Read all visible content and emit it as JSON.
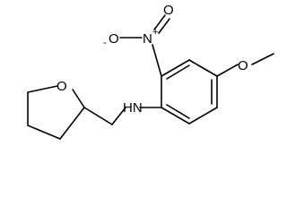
{
  "molecule": {
    "atoms": {
      "nitro_o_minus": "O",
      "nitro_n": "N",
      "nitro_o": "O",
      "amine_nh": "HN",
      "ring_o": "O",
      "methoxy_o": "O"
    },
    "charges": {
      "nitro_n": "+",
      "nitro_o_minus": "-"
    }
  }
}
